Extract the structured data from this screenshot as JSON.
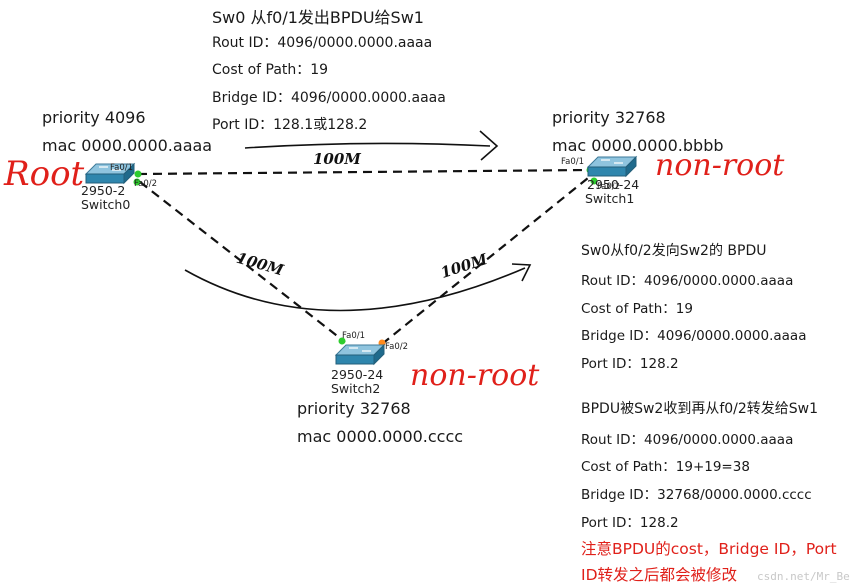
{
  "colors": {
    "annotation": "#e0201a",
    "link": "#111111",
    "port_up": "#2ecc2e",
    "port_blocked": "#ff8a1c"
  },
  "switches": {
    "sw0": {
      "model": "2950-2",
      "name": "Switch0",
      "port_a": "Fa0/1",
      "port_b": "Fa0/2",
      "role": "Root",
      "priority": "priority 4096",
      "mac": "mac 0000.0000.aaaa"
    },
    "sw1": {
      "model": "2950-24",
      "name": "Switch1",
      "port_a": "Fa0/1",
      "port_b": "Fa0/2",
      "role": "non-root",
      "priority": "priority 32768",
      "mac": "mac 0000.0000.bbbb"
    },
    "sw2": {
      "model": "2950-24",
      "name": "Switch2",
      "port_a": "Fa0/1",
      "port_b": "Fa0/2",
      "role": "non-root",
      "priority": "priority 32768",
      "mac": "mac 0000.0000.cccc"
    }
  },
  "links": {
    "sw0_sw1": "100M",
    "sw0_sw2": "100M",
    "sw2_sw1": "100M"
  },
  "bpdu1": {
    "title": "Sw0 从f0/1发出BPDU给Sw1",
    "lines": [
      "Rout ID：4096/0000.0000.aaaa",
      "Cost of Path：19",
      "Bridge ID：4096/0000.0000.aaaa",
      "Port ID：128.1或128.2"
    ]
  },
  "bpdu2": {
    "title": "Sw0从f0/2发向Sw2的 BPDU",
    "lines": [
      "Rout ID：4096/0000.0000.aaaa",
      "Cost of Path：19",
      "Bridge ID：4096/0000.0000.aaaa",
      "Port ID：128.2"
    ]
  },
  "bpdu3": {
    "title": "BPDU被Sw2收到再从f0/2转发给Sw1",
    "lines": [
      "Rout ID：4096/0000.0000.aaaa",
      "Cost of Path：19+19=38",
      "Bridge ID：32768/0000.0000.cccc",
      "Port ID：128.2"
    ]
  },
  "note": {
    "line1": "注意BPDU的cost，Bridge ID，Port",
    "line2": "ID转发之后都会被修改"
  },
  "watermark": "csdn.net/Mr_Be"
}
